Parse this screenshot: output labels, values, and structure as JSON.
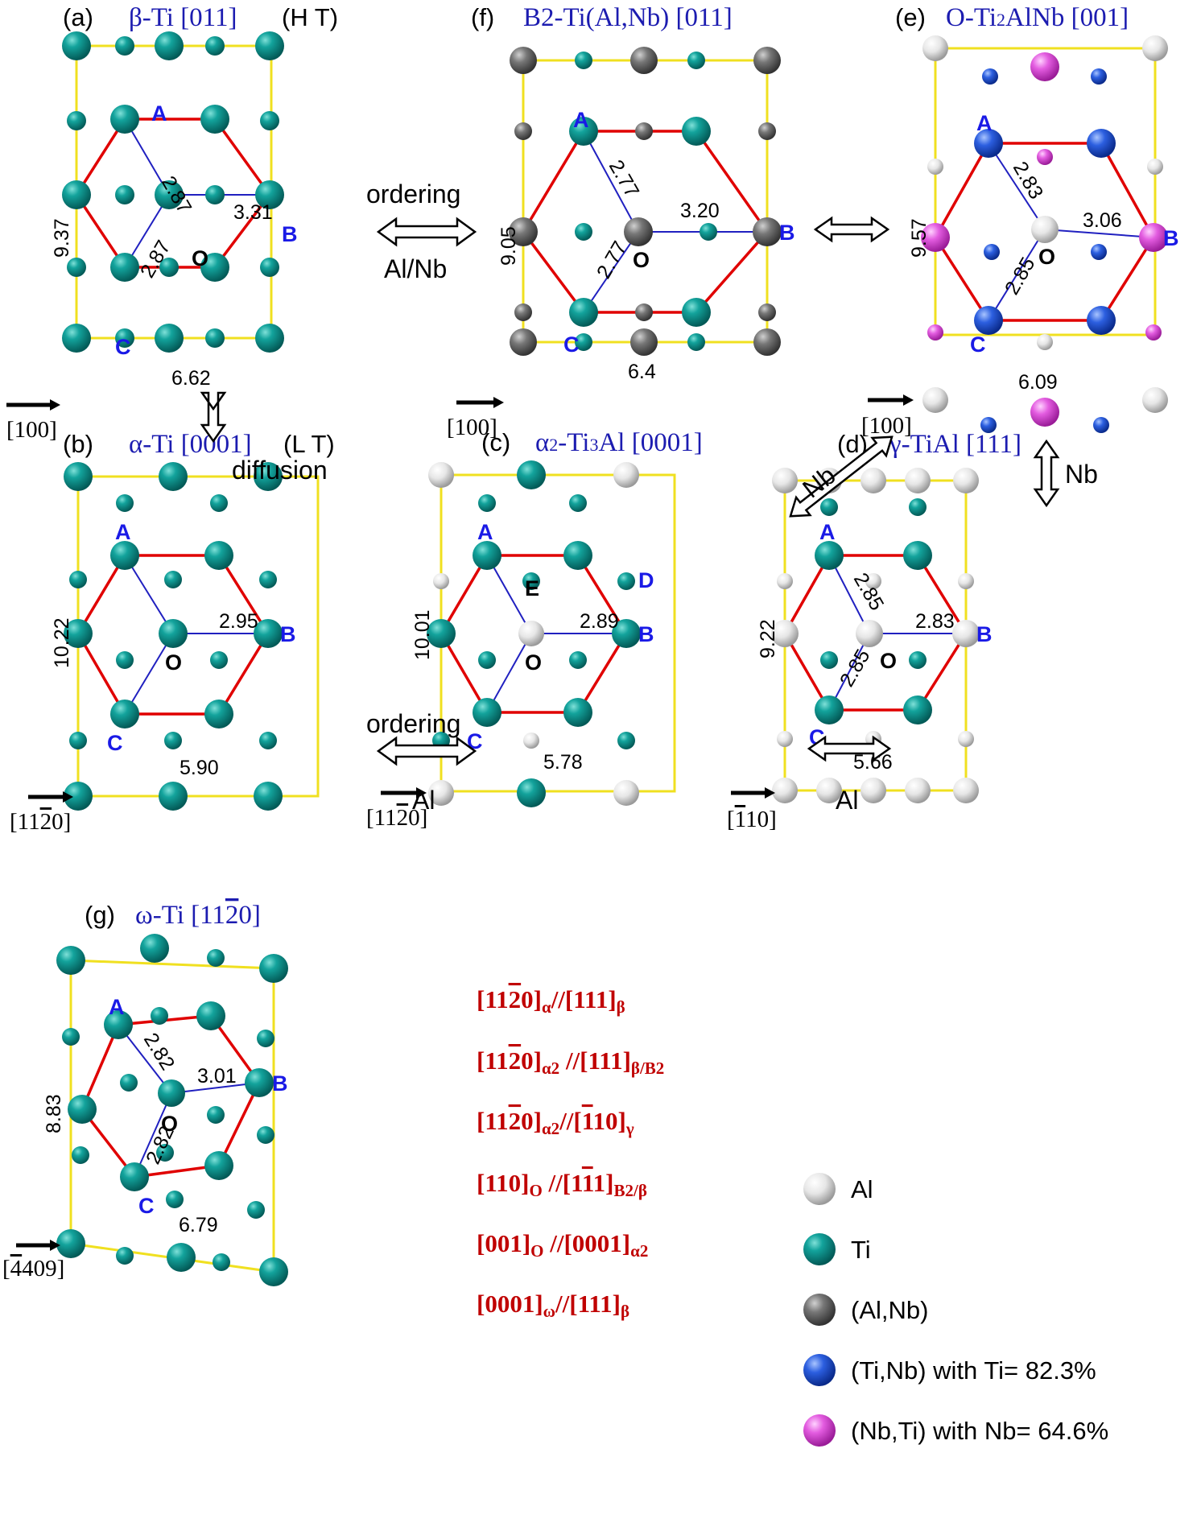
{
  "colors": {
    "Al": "#e8e8e8",
    "Ti": "#0f8f8a",
    "AlNb": "#6f6f6f",
    "TiNb": "#2a5ad8",
    "NbTi": "#e35ce0",
    "cell": "#f0e020",
    "hexagon": "#e00000",
    "bond": "#2020c0",
    "site_label": "#1a1ae6",
    "relation_text": "#c00000",
    "title_text": "#1c1cb0"
  },
  "panels": {
    "a": {
      "label": "(a)",
      "title": "β-Ti [011]",
      "note": "(H T)",
      "dir": "[100]",
      "width": "9.37",
      "height": "6.62",
      "d_ao": "2.87",
      "d_co": "2.87",
      "d_ob": "3.31"
    },
    "b": {
      "label": "(b)",
      "title": "α-Ti [0001]",
      "note": "(L T)",
      "dir": "[11",
      "dir_bar": "2",
      "dir_end": "0]",
      "width": "10.22",
      "height": "5.90",
      "d_ob": "2.95"
    },
    "c": {
      "label": "(c)",
      "title_pre": "α",
      "title_sub": "2",
      "title_mid": "-Ti",
      "title_sub2": "3",
      "title_end": "Al [0001]",
      "dir": "[11",
      "dir_bar": "2",
      "dir_end": "0]",
      "width": "10.01",
      "height": "5.78",
      "d_ob": "2.89",
      "extra1": "E",
      "extra2": "D"
    },
    "d": {
      "label": "(d)",
      "title": "γ-TiAl [111]",
      "dir": "[",
      "dir_bar": "1",
      "dir_end": "10]",
      "width": "9.22",
      "height": "5.66",
      "d_ao": "2.85",
      "d_co": "2.85",
      "d_ob": "2.83"
    },
    "e": {
      "label": "(e)",
      "title_pre": "O-Ti",
      "title_sub": "2",
      "title_end": "AlNb [001]",
      "dir": "[100]",
      "width": "9.57",
      "height": "6.09",
      "d_ao": "2.83",
      "d_co": "2.85",
      "d_ob": "3.06"
    },
    "f": {
      "label": "(f)",
      "title": "B2-Ti(Al,Nb) [011]",
      "dir": "[100]",
      "width": "9.05",
      "height": "6.4",
      "d_ao": "2.77",
      "d_co": "2.77",
      "d_ob": "3.20"
    },
    "g": {
      "label": "(g)",
      "title_pre": "ω-Ti [11",
      "title_bar": "2",
      "title_end": "0]",
      "dir": "[",
      "dir_bar": "4",
      "dir_end": "409]",
      "width": "8.83",
      "height": "6.79",
      "d_ao": "2.82",
      "d_co": "2.82",
      "d_ob": "3.01"
    }
  },
  "site_labels": {
    "A": "A",
    "B": "B",
    "C": "C",
    "O": "O"
  },
  "arrows": {
    "ordering_top": "ordering",
    "alnb": "Al/Nb",
    "diffusion": "diffusion",
    "ordering_mid": "ordering",
    "al_mid": "Al",
    "al_right": "Al",
    "nb_diag": "Nb",
    "nb_right": "Nb"
  },
  "relations": [
    {
      "a": "[11",
      "bar": "2",
      "b": "0]",
      "sub1": "α",
      "c": "//[111]",
      "sub2": "β"
    },
    {
      "a": "[11",
      "bar": "2",
      "b": "0]",
      "sub1": "α2",
      "c": " //[111]",
      "sub2": "β/B2"
    },
    {
      "a": "[11",
      "bar": "2",
      "b": "0]",
      "sub1": "α2",
      "c": "//[",
      "bar2": "1",
      "d": "10]",
      "sub2": "γ"
    },
    {
      "a": "[110]",
      "sub1": "O",
      "c": " //[1",
      "bar2": "1",
      "d": "1]",
      "sub2": "B2/β"
    },
    {
      "a": "[001]",
      "sub1": "O",
      "c": " //[0001]",
      "sub2": "α2"
    },
    {
      "a": "[0001]",
      "sub1": "ω",
      "c": "//[111]",
      "sub2": "β"
    }
  ],
  "legend": [
    {
      "label": "Al",
      "color": "#e8e8e8"
    },
    {
      "label": "Ti",
      "color": "#0f8f8a"
    },
    {
      "label": "(Al,Nb)",
      "color": "#6f6f6f"
    },
    {
      "label": "(Ti,Nb) with Ti= 82.3%",
      "color": "#2a5ad8"
    },
    {
      "label": "(Nb,Ti) with Nb= 64.6%",
      "color": "#e35ce0"
    }
  ]
}
